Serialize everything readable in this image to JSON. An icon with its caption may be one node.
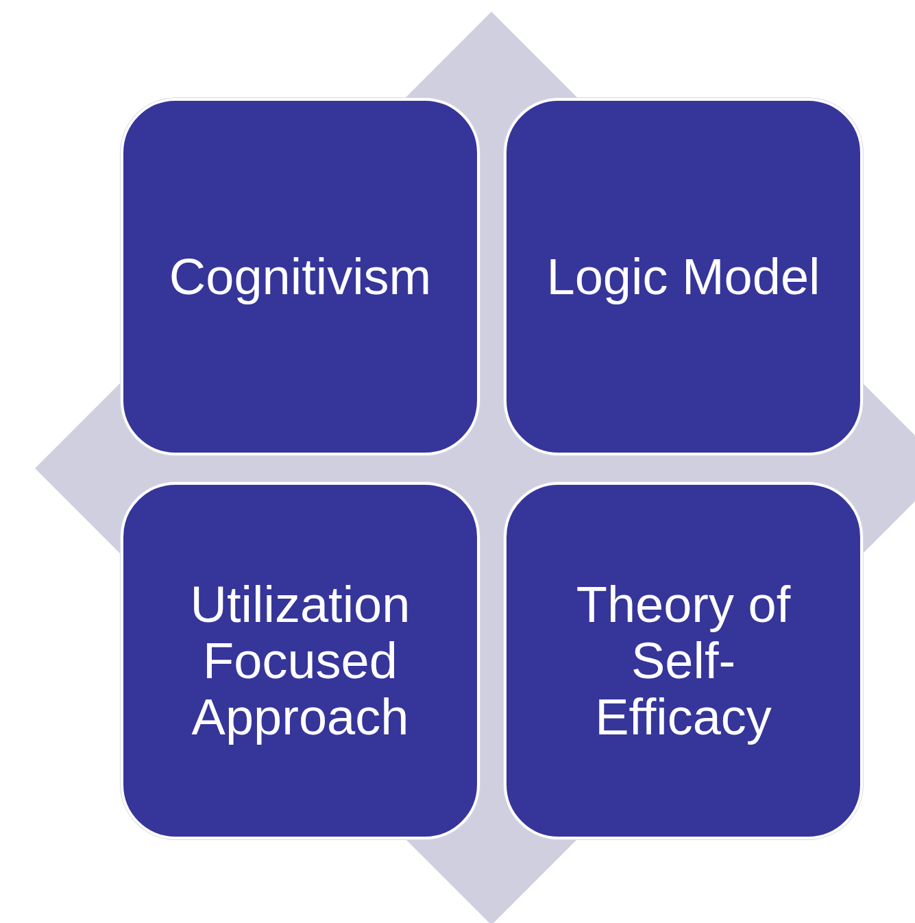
{
  "diagram": {
    "nodes": [
      {
        "text": [
          "Cognitivism"
        ]
      },
      {
        "text": [
          "Logic Model"
        ]
      },
      {
        "text": [
          "Utilization Focused Approach"
        ]
      },
      {
        "text": [
          "Theory of Self-Efficacy"
        ]
      }
    ]
  }
}
